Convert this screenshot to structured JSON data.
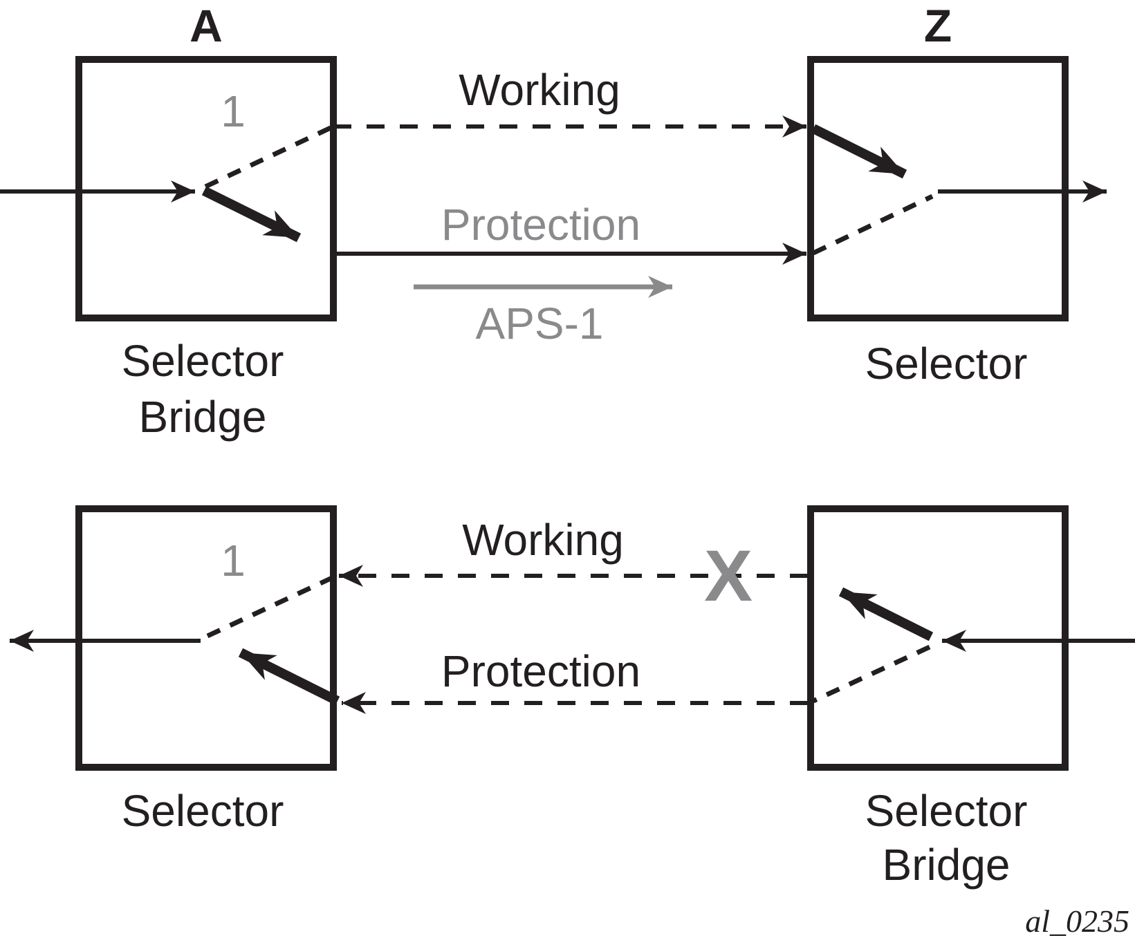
{
  "figure_code": "al_0235",
  "colors": {
    "line_black": "#231f20",
    "accent_gray": "#8a8a8d",
    "background": "#ffffff"
  },
  "nodes": {
    "top_left": {
      "title": "A",
      "port_label": "1",
      "caption": [
        "Selector",
        "Bridge"
      ]
    },
    "top_right": {
      "title": "Z",
      "caption": [
        "Selector"
      ]
    },
    "bottom_left": {
      "port_label": "1",
      "caption": [
        "Selector"
      ]
    },
    "bottom_right": {
      "caption": [
        "Selector",
        "Bridge"
      ]
    }
  },
  "links": {
    "top": {
      "working_label": "Working",
      "protection_label": "Protection",
      "aps_label": "APS-1"
    },
    "bottom": {
      "working_label": "Working",
      "protection_label": "Protection",
      "failure_mark": "X"
    }
  }
}
